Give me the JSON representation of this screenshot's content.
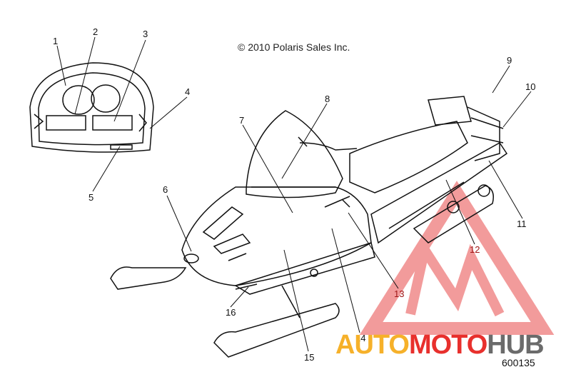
{
  "header": {
    "copyright": "© 2010 Polaris Sales Inc."
  },
  "footer": {
    "figure_id": "600135"
  },
  "watermark": {
    "part1": "AUTO",
    "part2": "MOTO",
    "part3": "HUB",
    "colors": {
      "auto": "#f6b12a",
      "moto": "#e8302d",
      "hub": "#6b6b6b",
      "logo": "#f08a8a"
    }
  },
  "callouts": [
    "1",
    "2",
    "3",
    "4",
    "5",
    "6",
    "7",
    "8",
    "9",
    "10",
    "11",
    "12",
    "13",
    "14",
    "15",
    "16"
  ]
}
